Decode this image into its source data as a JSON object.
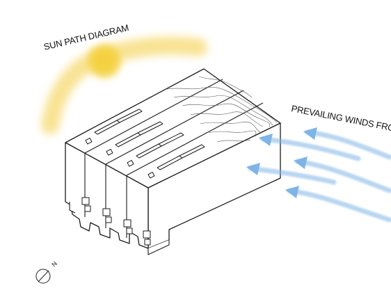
{
  "labels": {
    "sun_path": "SUN PATH DIAGRAM",
    "prevailing_winds": "PREVAILING WINDS FROM",
    "north": "N"
  },
  "colors": {
    "sun": "#f5d44a",
    "sun_path": "#f7dc78",
    "wind_arrow": "#7fb4e6",
    "linework": "#1a1a1a"
  },
  "icons": {
    "sun": "sun-icon",
    "north_arrow": "north-arrow-icon",
    "wind": "wind-arrow-icon"
  }
}
